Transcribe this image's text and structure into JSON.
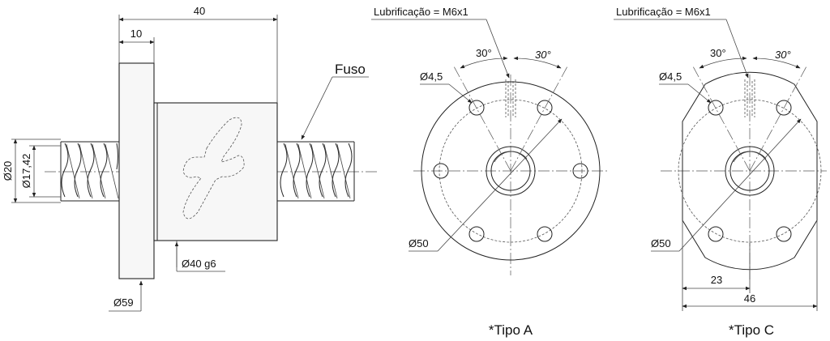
{
  "side_view": {
    "dim_total_length": "40",
    "dim_flange_width": "10",
    "label_screw": "Fuso",
    "dim_outer_diameter": "Ø20",
    "dim_root_diameter": "Ø17,42",
    "dim_nut_diameter": "Ø40 g6",
    "dim_flange_diameter": "Ø59"
  },
  "type_a": {
    "lubrication": "Lubrificação = M6x1",
    "angle_left": "30°",
    "angle_right": "30°",
    "hole_diameter": "Ø4,5",
    "bolt_circle": "Ø50",
    "caption": "*Tipo A"
  },
  "type_c": {
    "lubrication": "Lubrificação = M6x1",
    "angle_left": "30°",
    "angle_right": "30°",
    "hole_diameter": "Ø4,5",
    "bolt_circle": "Ø50",
    "dim_half_width": "23",
    "dim_width": "46",
    "caption": "*Tipo C"
  }
}
